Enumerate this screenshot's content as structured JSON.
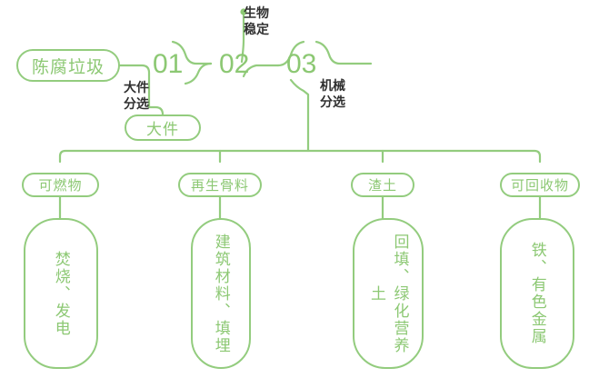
{
  "diagram": {
    "title_node": "陈腐垃圾",
    "accent_green": "#8cc873",
    "line_green": "#93cc7e",
    "dark_text": "#2f2f2f",
    "stages": [
      {
        "number": "01",
        "caption": "大件\n分选"
      },
      {
        "number": "02",
        "caption": "生物\n稳定"
      },
      {
        "number": "03",
        "caption": "机械\n分选"
      }
    ],
    "bulky_output": "大件",
    "branches": [
      {
        "label": "可燃物",
        "outcome": "焚烧、发电"
      },
      {
        "label": "再生骨料",
        "outcome": "建筑材料、填埋"
      },
      {
        "label": "渣土",
        "outcome": "回填、绿化营养土"
      },
      {
        "label": "可回收物",
        "outcome": "铁、有色金属"
      }
    ]
  }
}
